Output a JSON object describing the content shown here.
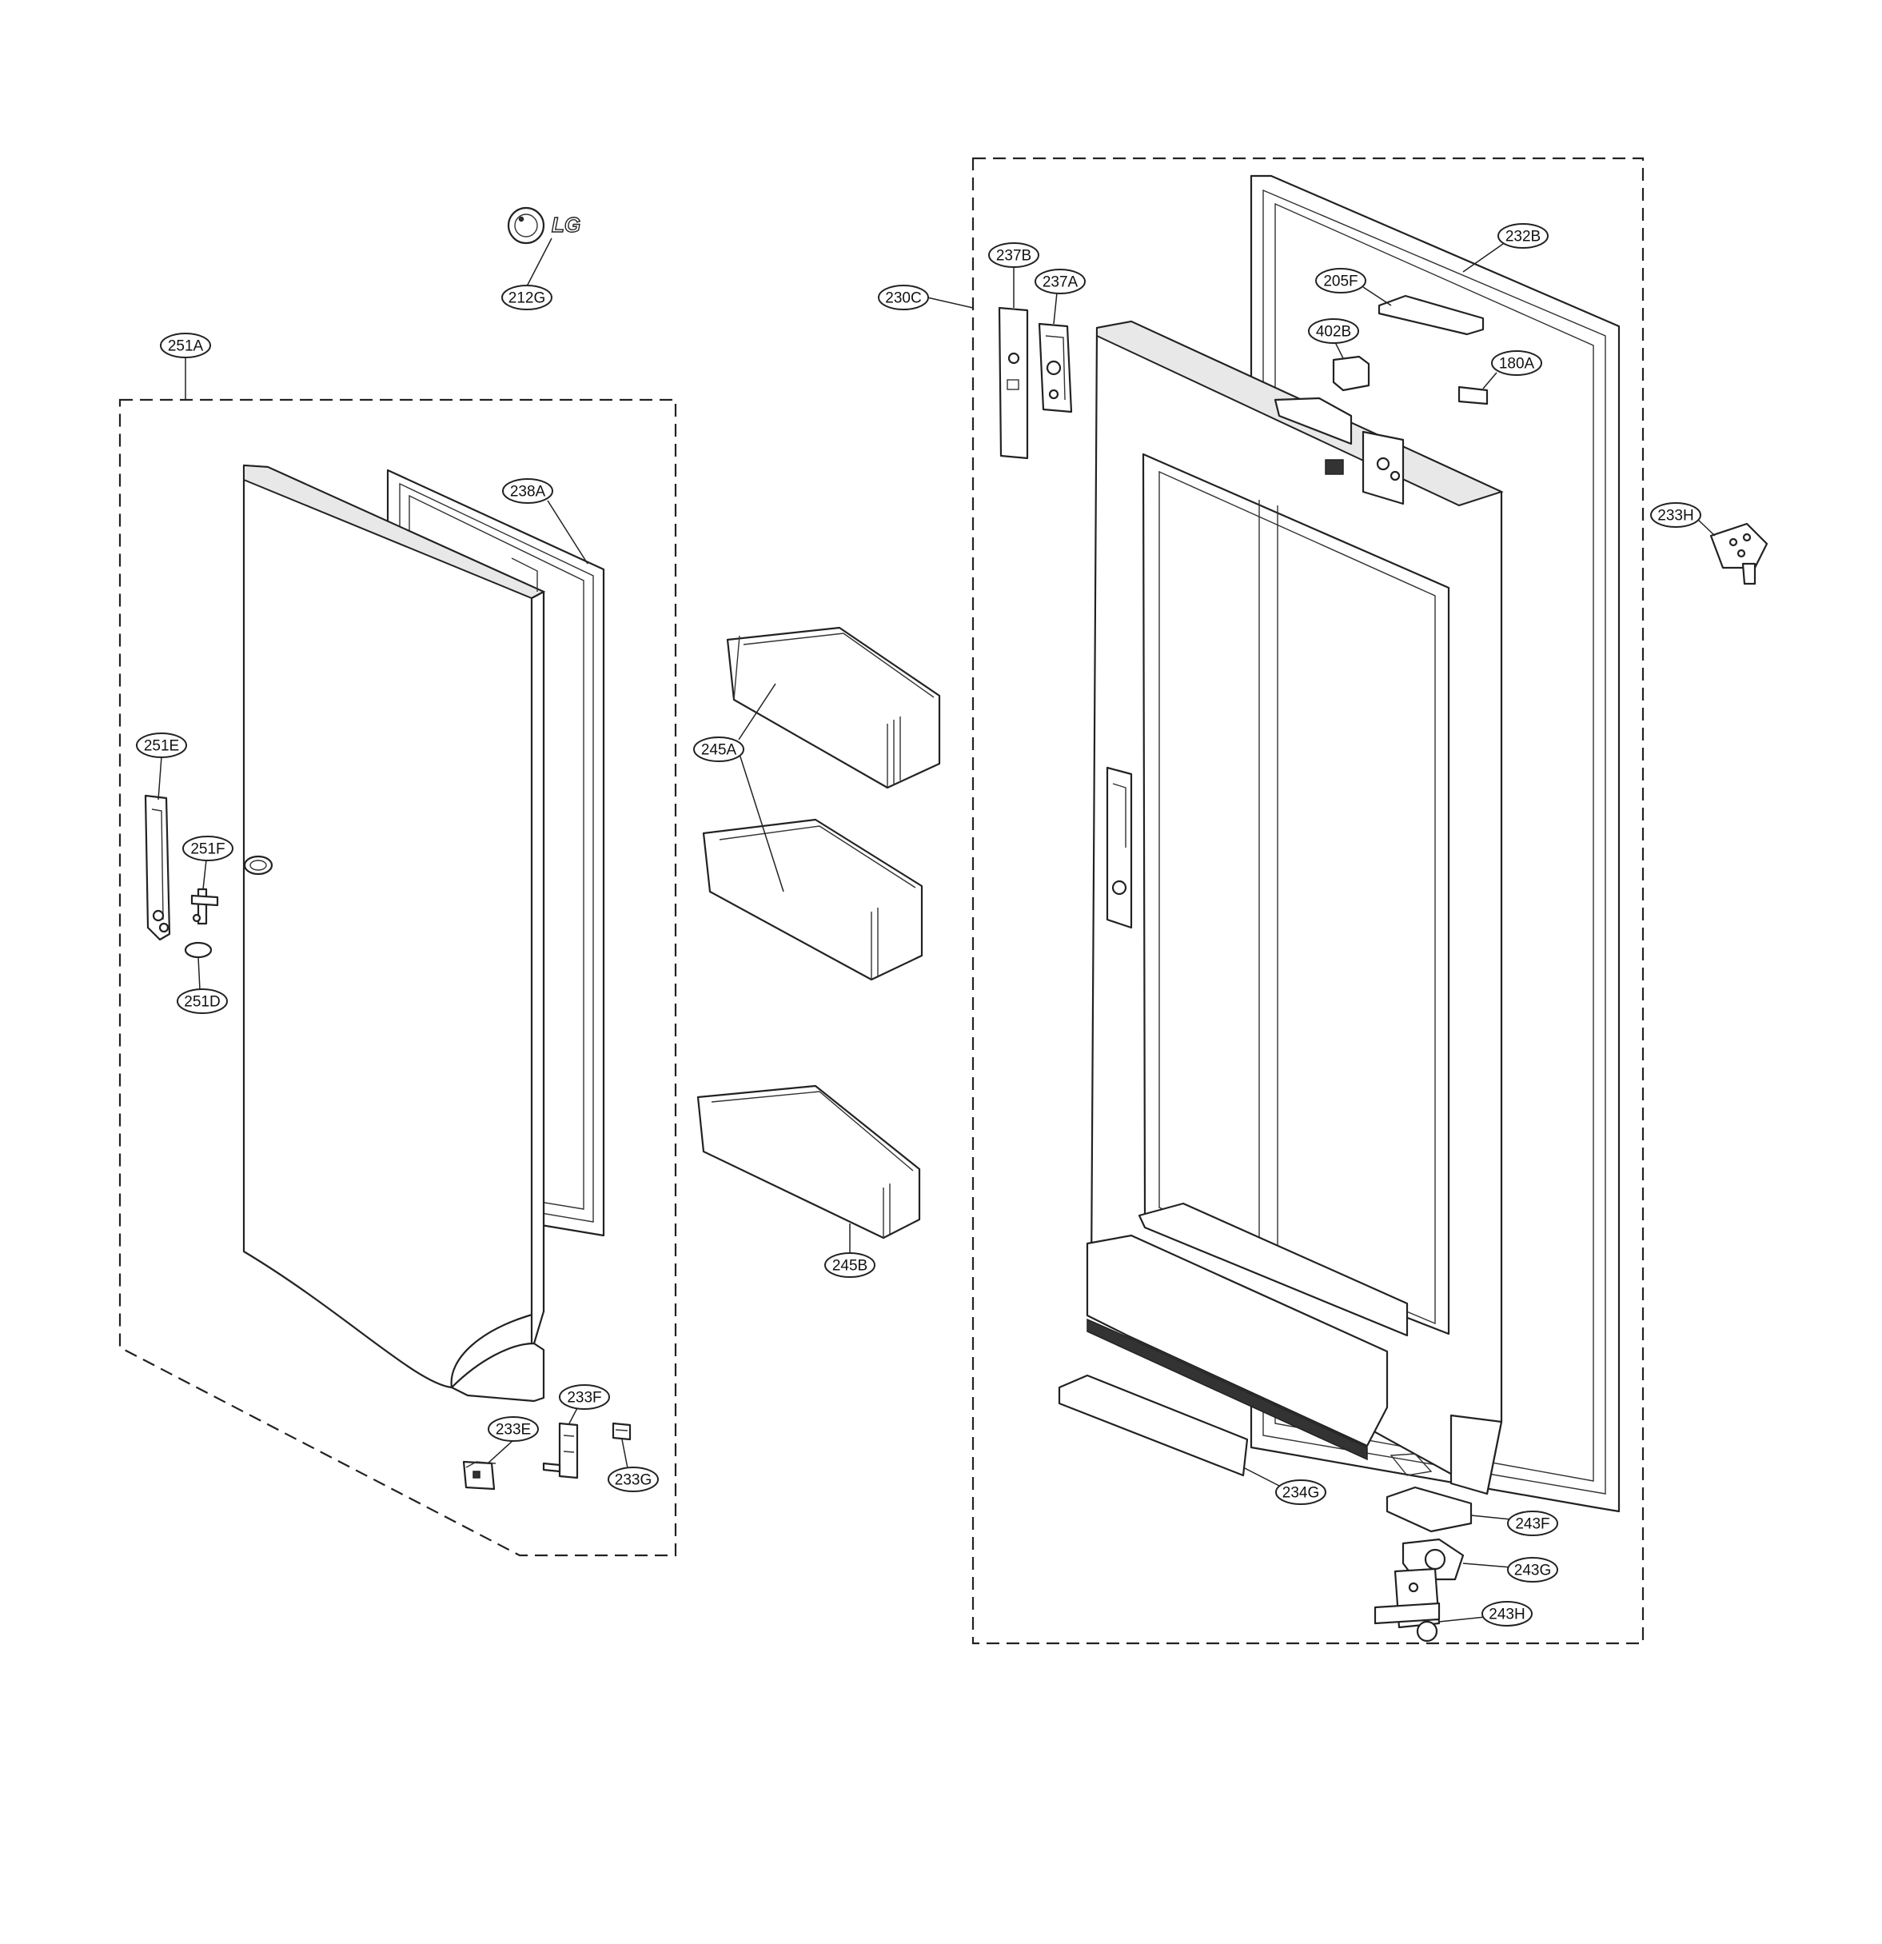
{
  "logo": {
    "text": "LG"
  },
  "callouts": [
    {
      "id": "212G"
    },
    {
      "id": "251A"
    },
    {
      "id": "238A"
    },
    {
      "id": "251E"
    },
    {
      "id": "251F"
    },
    {
      "id": "251D"
    },
    {
      "id": "245A"
    },
    {
      "id": "245B"
    },
    {
      "id": "233E"
    },
    {
      "id": "233F"
    },
    {
      "id": "233G"
    },
    {
      "id": "230C"
    },
    {
      "id": "237B"
    },
    {
      "id": "237A"
    },
    {
      "id": "205F"
    },
    {
      "id": "232B"
    },
    {
      "id": "402B"
    },
    {
      "id": "180A"
    },
    {
      "id": "233H"
    },
    {
      "id": "234G"
    },
    {
      "id": "243F"
    },
    {
      "id": "243G"
    },
    {
      "id": "243H"
    }
  ]
}
